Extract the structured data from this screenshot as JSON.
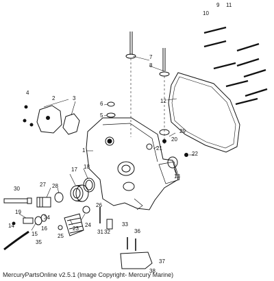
{
  "callouts": [
    {
      "id": "1",
      "text": "1"
    },
    {
      "id": "2",
      "text": "2"
    },
    {
      "id": "3",
      "text": "3"
    },
    {
      "id": "4",
      "text": "4"
    },
    {
      "id": "5",
      "text": "5"
    },
    {
      "id": "6",
      "text": "6"
    },
    {
      "id": "7",
      "text": "7"
    },
    {
      "id": "8",
      "text": "8"
    },
    {
      "id": "9",
      "text": "9"
    },
    {
      "id": "10",
      "text": "10"
    },
    {
      "id": "11",
      "text": "11"
    },
    {
      "id": "12",
      "text": "12"
    },
    {
      "id": "13",
      "text": "13"
    },
    {
      "id": "14",
      "text": "14"
    },
    {
      "id": "15",
      "text": "15"
    },
    {
      "id": "16",
      "text": "16"
    },
    {
      "id": "17",
      "text": "17"
    },
    {
      "id": "18",
      "text": "18"
    },
    {
      "id": "19",
      "text": "19"
    },
    {
      "id": "20",
      "text": "20"
    },
    {
      "id": "21",
      "text": "21"
    },
    {
      "id": "22",
      "text": "22"
    },
    {
      "id": "23",
      "text": "23"
    },
    {
      "id": "24",
      "text": "24"
    },
    {
      "id": "25",
      "text": "25"
    },
    {
      "id": "26",
      "text": "26"
    },
    {
      "id": "27",
      "text": "27"
    },
    {
      "id": "28",
      "text": "28"
    },
    {
      "id": "29",
      "text": "29"
    },
    {
      "id": "30",
      "text": "30"
    },
    {
      "id": "31",
      "text": "31"
    },
    {
      "id": "32",
      "text": "32"
    },
    {
      "id": "33",
      "text": "33"
    },
    {
      "id": "34",
      "text": "34"
    },
    {
      "id": "35",
      "text": "35"
    },
    {
      "id": "36",
      "text": "36"
    },
    {
      "id": "37",
      "text": "37"
    },
    {
      "id": "38",
      "text": "38"
    }
  ],
  "footer": "MercuryPartsOnline v2.5.1 (Image Copyright- Mercury Marine)",
  "colors": {
    "line": "#111111",
    "background": "#ffffff"
  }
}
